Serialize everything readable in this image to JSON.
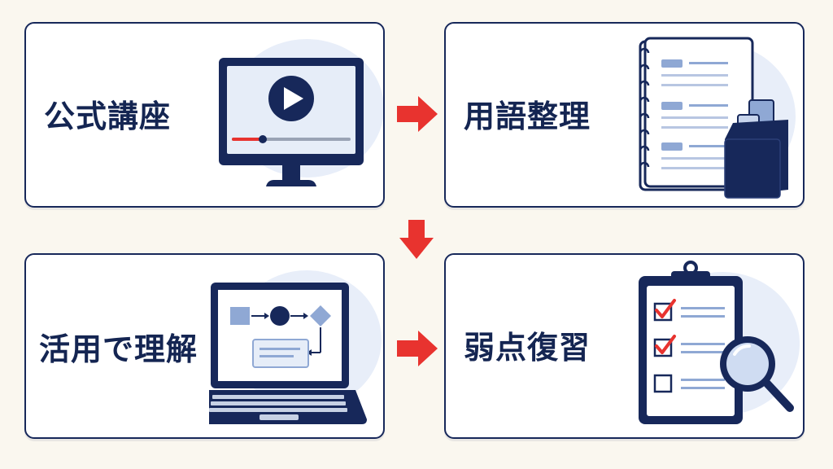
{
  "steps": [
    {
      "label": "公式講座",
      "icon": "video-monitor-icon"
    },
    {
      "label": "用語整理",
      "icon": "notebook-file-box-icon"
    },
    {
      "label": "活用で理解",
      "icon": "laptop-flowchart-icon"
    },
    {
      "label": "弱点復習",
      "icon": "clipboard-checklist-magnifier-icon"
    }
  ],
  "colors": {
    "navy": "#17285a",
    "arrow": "#e8332f",
    "light_blue": "#e8eef9",
    "mid_blue": "#8fa8d4",
    "background": "#faf7ef"
  },
  "checklist": {
    "items_checked": [
      true,
      true,
      false
    ]
  }
}
